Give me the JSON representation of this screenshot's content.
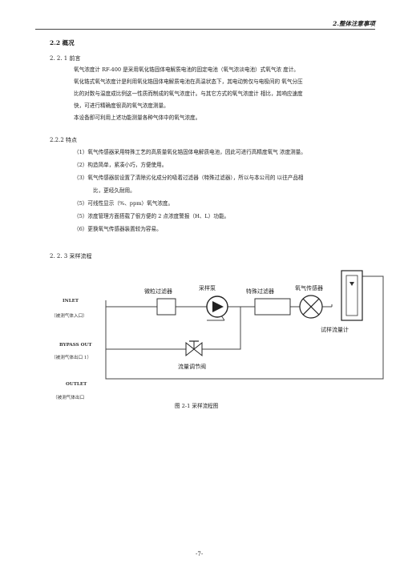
{
  "header": {
    "chapter": "2.整体注意事项"
  },
  "section": {
    "title": "2.2 概况",
    "intro": {
      "heading": "2. 2. 1 前言",
      "lines": [
        "氧气浓度计 RF-400 是采用氧化锆固体电解质电池的固定电池（氧气浓淡电池）式氧气浓  度计。",
        "氧化锆式氧气浓度计是利用氧化锆固体电解质电池在高温状态下，其电动势仅与电极间的  氧气分压",
        "比的对数与温度成比例这一性质而制成的氧气浓度计。与其它方式的氧气浓度计  相比，其响应速度",
        "快，可进行精确度很高的氧气浓度测量。",
        "本设备即可利用上述功能测量各种气体中的氧气浓度。"
      ]
    },
    "features": {
      "heading": "2.2.2 特点",
      "items": [
        {
          "num": "（1）",
          "text": "氧气传感器采用特殊工艺的高质量氧化锆固体电解质电池，因此可进行高精度氧气  浓度测量。"
        },
        {
          "num": "（2）",
          "text": "构造简单，紧凑小巧，方便使用。"
        },
        {
          "num": "（3）",
          "text": "氧气传感器前设置了清除劣化成分的吸着过滤器（特殊过滤器），所以与本公司的  以往产品相",
          "cont": "比，更经久耐用。"
        },
        {
          "num": "（5）",
          "text": "可线性显示（%、ppm）氧气浓度。"
        },
        {
          "num": "（5）",
          "text": "浓度管理方面搭载了很方便的 2 点浓度警报（H、L）功能。"
        },
        {
          "num": "（6）",
          "text": "更换氧气传感器装置较为容易。"
        }
      ]
    },
    "flow": {
      "heading": "2. 2. 3 采样流程",
      "labels": {
        "particle_filter": "微粒过滤器",
        "sampling_pump": "采样泵",
        "special_filter": "特殊过滤器",
        "oxygen_sensor": "氧气传感器",
        "flow_meter": "试样流量计",
        "flow_valve": "流量调节阀"
      },
      "ports": [
        {
          "name": "INLET",
          "desc": "（被测气体入口）"
        },
        {
          "name": "BYPASS OUT",
          "desc": "（被测气体出口 1）"
        },
        {
          "name": "OUTLET",
          "desc": "（被测气体出口"
        }
      ],
      "caption": "图 2-1 采样流程图"
    }
  },
  "footer": {
    "page": "-7-"
  }
}
